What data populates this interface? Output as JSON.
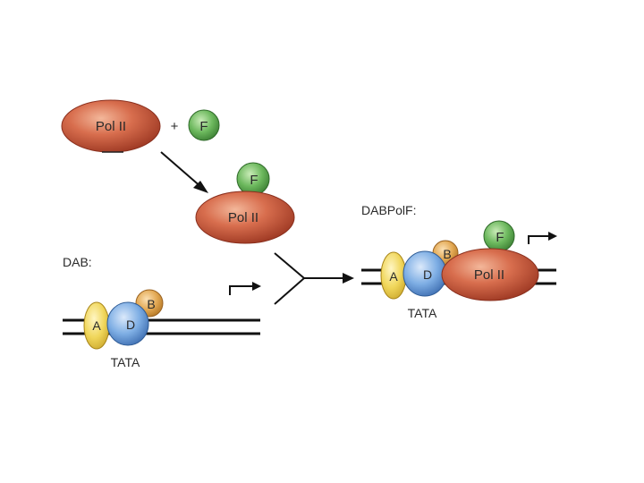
{
  "top": {
    "pol_ii": "Pol II",
    "plus": "+",
    "factor_f": "F"
  },
  "middle": {
    "factor_f": "F",
    "pol_ii": "Pol II"
  },
  "dab": {
    "title": "DAB:",
    "factor_a": "A",
    "factor_d": "D",
    "factor_b": "B",
    "tata": "TATA"
  },
  "dabpolf": {
    "title": "DABPolF:",
    "factor_a": "A",
    "factor_d": "D",
    "factor_b": "B",
    "factor_f": "F",
    "pol_ii": "Pol II",
    "tata": "TATA"
  },
  "colors": {
    "pol_ii": "#c4553a",
    "factor_f": "#5aa64e",
    "factor_a": "#eed34f",
    "factor_d": "#6f9fd6",
    "factor_b": "#e0a652",
    "dna": "#111111",
    "arrow": "#111111"
  }
}
